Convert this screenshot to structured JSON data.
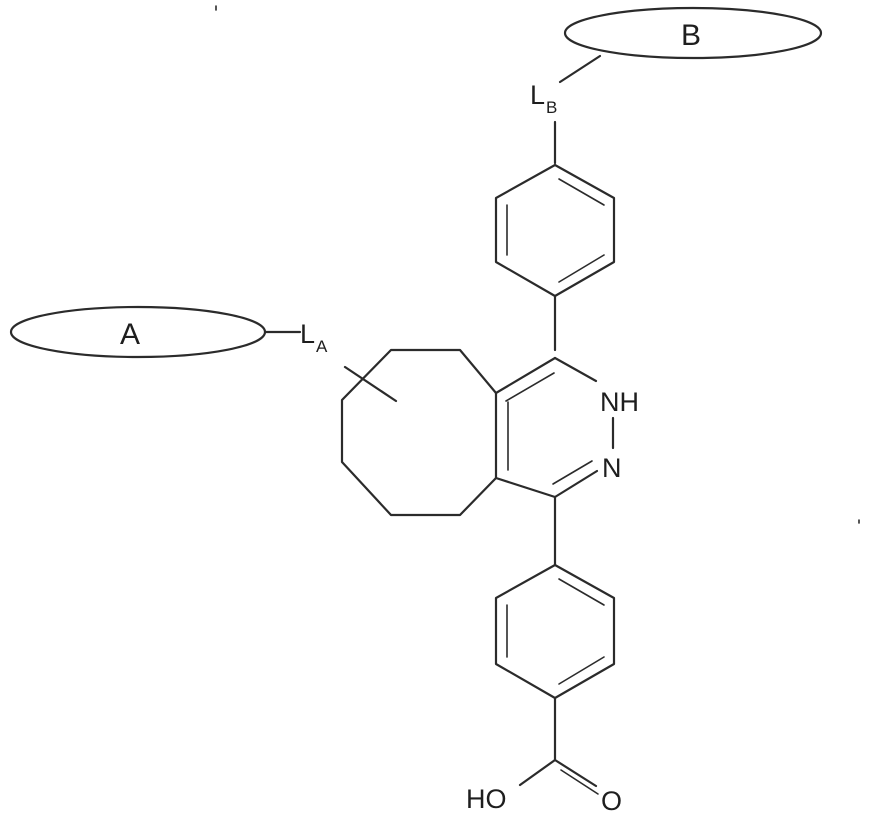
{
  "groups": {
    "a": "A",
    "b": "B"
  },
  "linkers": {
    "la_main": "L",
    "la_sub": "A",
    "lb_main": "L",
    "lb_sub": "B"
  },
  "atoms": {
    "nh": "NH",
    "n": "N",
    "ho": "HO",
    "o": "O"
  },
  "colors": {
    "ink": "#2b2b2b",
    "background": "#ffffff"
  }
}
